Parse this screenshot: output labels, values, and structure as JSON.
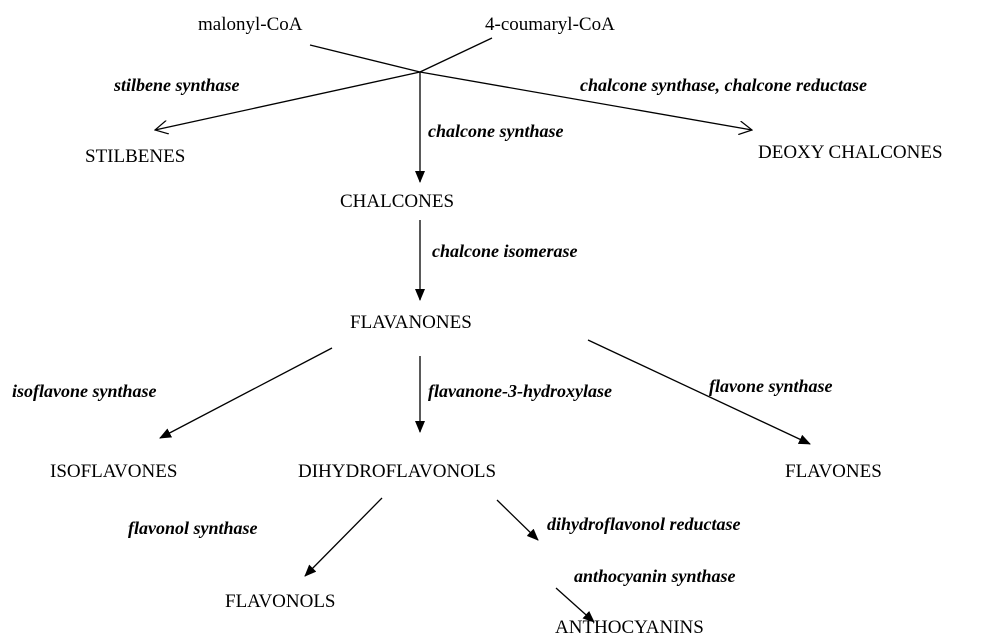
{
  "diagram": {
    "title": "",
    "nodes": {
      "malonyl": "malonyl-CoA",
      "coumaryl": "4-coumaryl-CoA",
      "stilbenes": "STILBENES",
      "deoxy_chalcones": "DEOXY CHALCONES",
      "chalcones": "CHALCONES",
      "flavanones": "FLAVANONES",
      "isoflavones": "ISOFLAVONES",
      "dihydroflavonols": "DIHYDROFLAVONOLS",
      "flavones": "FLAVONES",
      "flavonols": "FLAVONOLS",
      "anthocyanins": "ANTHOCYANINS"
    },
    "enzymes": {
      "stilbene_synthase": "stilbene synthase",
      "chalcone_synthase_reductase": "chalcone synthase, chalcone reductase",
      "chalcone_synthase": "chalcone synthase",
      "chalcone_isomerase": "chalcone isomerase",
      "isoflavone_synthase": "isoflavone synthase",
      "flavanone_3_hydroxylase": "flavanone-3-hydroxylase",
      "flavone_synthase": "flavone synthase",
      "flavonol_synthase": "flavonol synthase",
      "dihydroflavonol_reductase": "dihydroflavonol reductase",
      "anthocyanin_synthase": "anthocyanin synthase"
    },
    "edges": [
      {
        "from": "malonyl-CoA + 4-coumaryl-CoA",
        "to": "STILBENES",
        "enzyme": "stilbene synthase"
      },
      {
        "from": "malonyl-CoA + 4-coumaryl-CoA",
        "to": "CHALCONES",
        "enzyme": "chalcone synthase"
      },
      {
        "from": "malonyl-CoA + 4-coumaryl-CoA",
        "to": "DEOXY CHALCONES",
        "enzyme": "chalcone synthase, chalcone reductase"
      },
      {
        "from": "CHALCONES",
        "to": "FLAVANONES",
        "enzyme": "chalcone isomerase"
      },
      {
        "from": "FLAVANONES",
        "to": "ISOFLAVONES",
        "enzyme": "isoflavone synthase"
      },
      {
        "from": "FLAVANONES",
        "to": "DIHYDROFLAVONOLS",
        "enzyme": "flavanone-3-hydroxylase"
      },
      {
        "from": "FLAVANONES",
        "to": "FLAVONES",
        "enzyme": "flavone synthase"
      },
      {
        "from": "DIHYDROFLAVONOLS",
        "to": "FLAVONOLS",
        "enzyme": "flavonol synthase"
      },
      {
        "from": "DIHYDROFLAVONOLS",
        "to": "ANTHOCYANINS",
        "enzyme": "dihydroflavonol reductase, anthocyanin synthase"
      }
    ]
  }
}
